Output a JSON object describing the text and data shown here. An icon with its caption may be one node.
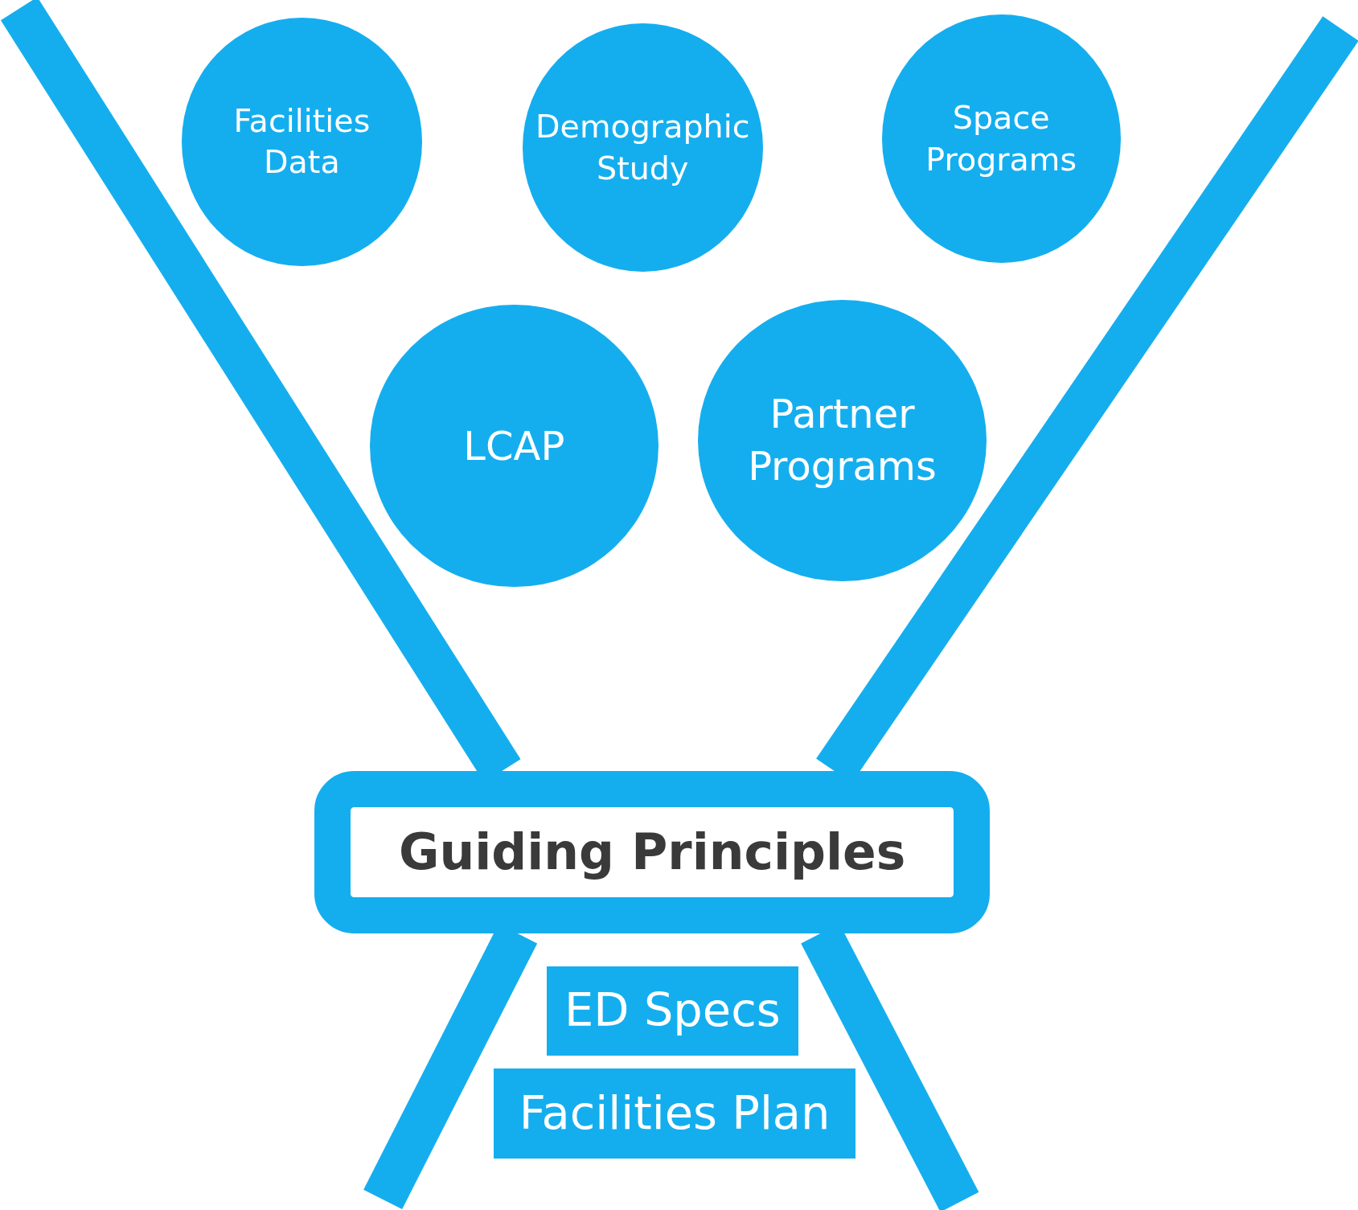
{
  "diagram": {
    "nodes": [
      {
        "text": [
          "Facilities Data"
        ]
      },
      {
        "text": [
          "Demographic Study"
        ]
      },
      {
        "text": [
          "Space Programs"
        ]
      },
      {
        "text": [
          "LCAP"
        ]
      },
      {
        "text": [
          "Partner Programs"
        ]
      },
      {
        "text": [
          "Guiding Principles"
        ]
      },
      {
        "text": [
          "ED Specs"
        ]
      },
      {
        "text": [
          "Facilities Plan"
        ]
      }
    ]
  }
}
